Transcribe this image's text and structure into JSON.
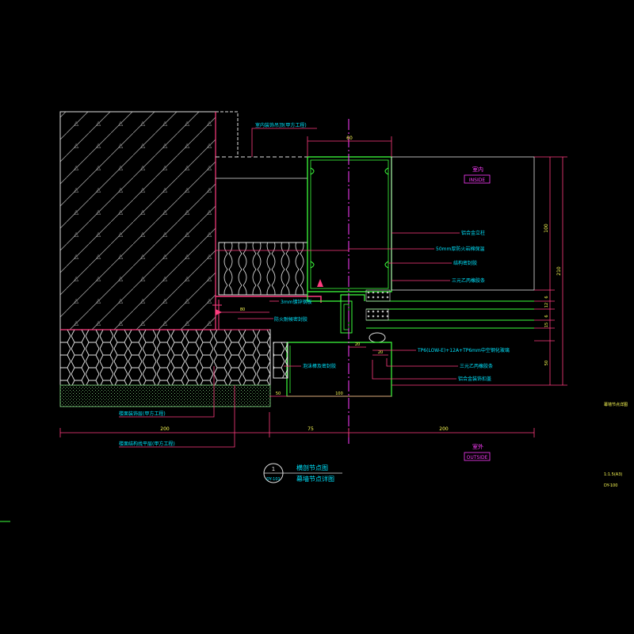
{
  "labels": {
    "ceiling_note": "室内装饰吊顶(甲方工程)",
    "inside_cn": "室内",
    "inside_en": "INSIDE",
    "outside_cn": "室外",
    "outside_en": "OUTSIDE",
    "mullion": "铝合金立柱",
    "insulation": "50mm厚防火岩棉保温",
    "sealant_1": "结构密封胶",
    "gasket_1": "三元乙丙橡胶条",
    "glass": "TP6(LOW-E)+12A+TP6mm中空钢化玻璃",
    "gasket_2": "三元乙丙橡胶条",
    "pressure_plate": "铝合金装饰扣盖",
    "steel_plate": "3mm镀锌钢板",
    "fire_sealant": "防火耐候密封胶",
    "foam_rod": "泡沫棒及密封胶",
    "floor_finish": "楼面装饰层(甲方工程)",
    "floor_base": "楼面结构找平层(甲方工程)",
    "section_no": "1",
    "section_sheet": "DY-101",
    "title_1": "横剖节点图",
    "title_2": "幕墙节点详图",
    "side_title": "幕墙节点详图",
    "scale": "1:1.5(A3)",
    "drawing_no": "DY-100"
  },
  "dims": {
    "top_width": "60",
    "right_overall": "210",
    "right_upper": "100",
    "r1": "6",
    "r2": "12",
    "r3": "6",
    "r4": "15",
    "r5": "50",
    "d_small_a": "20",
    "d_small_b": "20",
    "d_bottom_a": "50",
    "d_bottom_b": "100",
    "d_left": "200",
    "d_mid": "75",
    "d_right": "200",
    "d_screw": "80"
  }
}
